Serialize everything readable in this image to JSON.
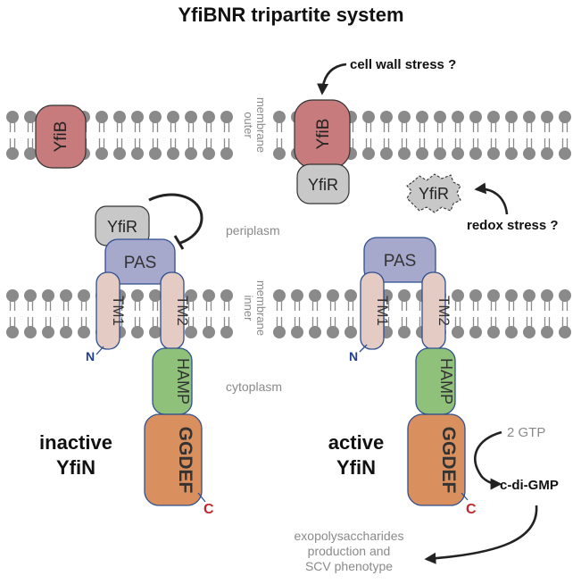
{
  "title": "YfiBNR tripartite system",
  "labels": {
    "outer_membrane_line1": "outer",
    "outer_membrane_line2": "membrane",
    "inner_membrane_line1": "inner",
    "inner_membrane_line2": "membrane",
    "periplasm": "periplasm",
    "cytoplasm": "cytoplasm",
    "cell_wall_stress": "cell wall stress ?",
    "redox_stress": "redox stress ?",
    "gtp": "2 GTP",
    "cdigmp": "c-di-GMP",
    "output_line1": "exopolysaccharides",
    "output_line2": "production and",
    "output_line3": "SCV phenotype"
  },
  "inactive": {
    "state_line1": "inactive",
    "state_line2": "YfiN",
    "yfib": "YfiB",
    "yfir": "YfiR",
    "pas": "PAS",
    "tm1": "TM1",
    "tm2": "TM2",
    "hamp": "HAMP",
    "ggdef": "GGDEF",
    "n_term": "N",
    "c_term": "C"
  },
  "active": {
    "state_line1": "active",
    "state_line2": "YfiN",
    "yfib": "YfiB",
    "yfir_bound": "YfiR",
    "yfir_free": "YfiR",
    "pas": "PAS",
    "tm1": "TM1",
    "tm2": "TM2",
    "hamp": "HAMP",
    "ggdef": "GGDEF",
    "n_term": "N",
    "c_term": "C"
  },
  "colors": {
    "yfib_fill": "#c77b7d",
    "yfir_fill": "#c8c8c8",
    "pas_fill": "#a6a8cc",
    "tm_fill": "#e4cbc4",
    "hamp_fill": "#8fc17a",
    "ggdef_fill": "#d9905e",
    "outline": "#2f4f8f",
    "lipid": "#8a8a8a",
    "n_color": "#1f3f8f",
    "c_color": "#c0282d",
    "grey_text": "#8a8a8a"
  }
}
